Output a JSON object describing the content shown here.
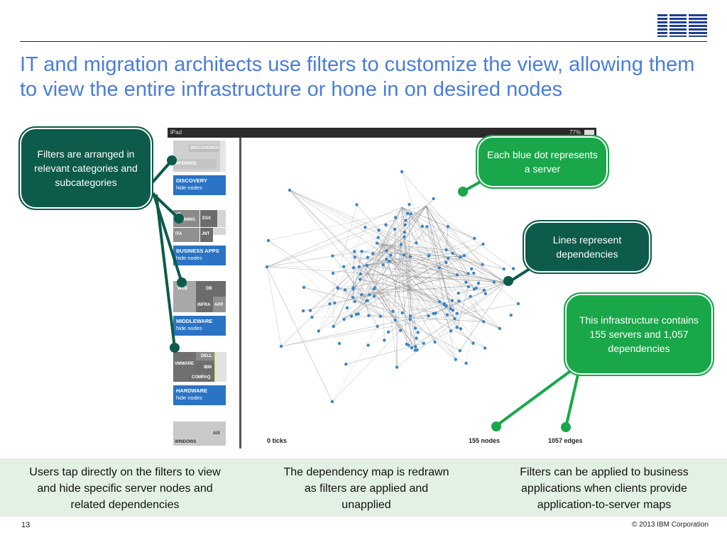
{
  "header": {
    "logo_text": "IBM",
    "title": "IT and migration architects use filters to customize the view, allowing them to view the entire infrastructure or hone in on desired nodes"
  },
  "ipad": {
    "status_left": "iPad",
    "status_right": "77%",
    "filters": {
      "discovery": {
        "tiles": [
          "DISCOVERED",
          "INFERRED"
        ],
        "button_title": "DISCOVERY",
        "button_sub": "hide nodes"
      },
      "business_apps": {
        "tiles": [
          "HR TRAINING",
          "ESX",
          "ITA",
          "JNT"
        ],
        "button_title": "BUSINESS APPS",
        "button_sub": "hide nodes"
      },
      "middleware": {
        "tiles": [
          "WEB",
          "DB",
          "INFRA",
          "APP"
        ],
        "button_title": "MIDDLEWARE",
        "button_sub": "hide nodes"
      },
      "hardware": {
        "tiles": [
          "DELL",
          "VMWARE",
          "IBM",
          "COMPAQ"
        ],
        "button_title": "HARDWARE",
        "button_sub": "hide nodes"
      },
      "os": {
        "tiles": [
          "AIX",
          "WINDOWS"
        ]
      }
    },
    "map": {
      "ticks_label": "0 ticks",
      "nodes_label": "155 nodes",
      "edges_label": "1057 edges",
      "node_color": "#3a86c8",
      "edge_color": "#8a8a8a",
      "node_count": 155,
      "edge_count": 1057
    }
  },
  "callouts": {
    "filters": "Filters are arranged in relevant categories and subcategories",
    "blue_dot": "Each blue dot represents a server",
    "lines": "Lines represent dependencies",
    "infrastructure": "This infrastructure contains 155 servers and 1,057 dependencies"
  },
  "bottom": {
    "left": "Users tap directly on the filters to view and hide specific server nodes and related dependencies",
    "center": "The dependency map is redrawn as filters are applied and unapplied",
    "right": "Filters can be applied to business applications when clients provide application-to-server maps"
  },
  "footer": {
    "page_number": "13",
    "copyright": "© 2013 IBM Corporation"
  },
  "colors": {
    "title": "#4a7ddc",
    "callout_dark_green": "#0d5b4a",
    "callout_green": "#1aa74a",
    "filter_blue": "#2b73c4",
    "bottom_band": "#e3f1e4"
  }
}
